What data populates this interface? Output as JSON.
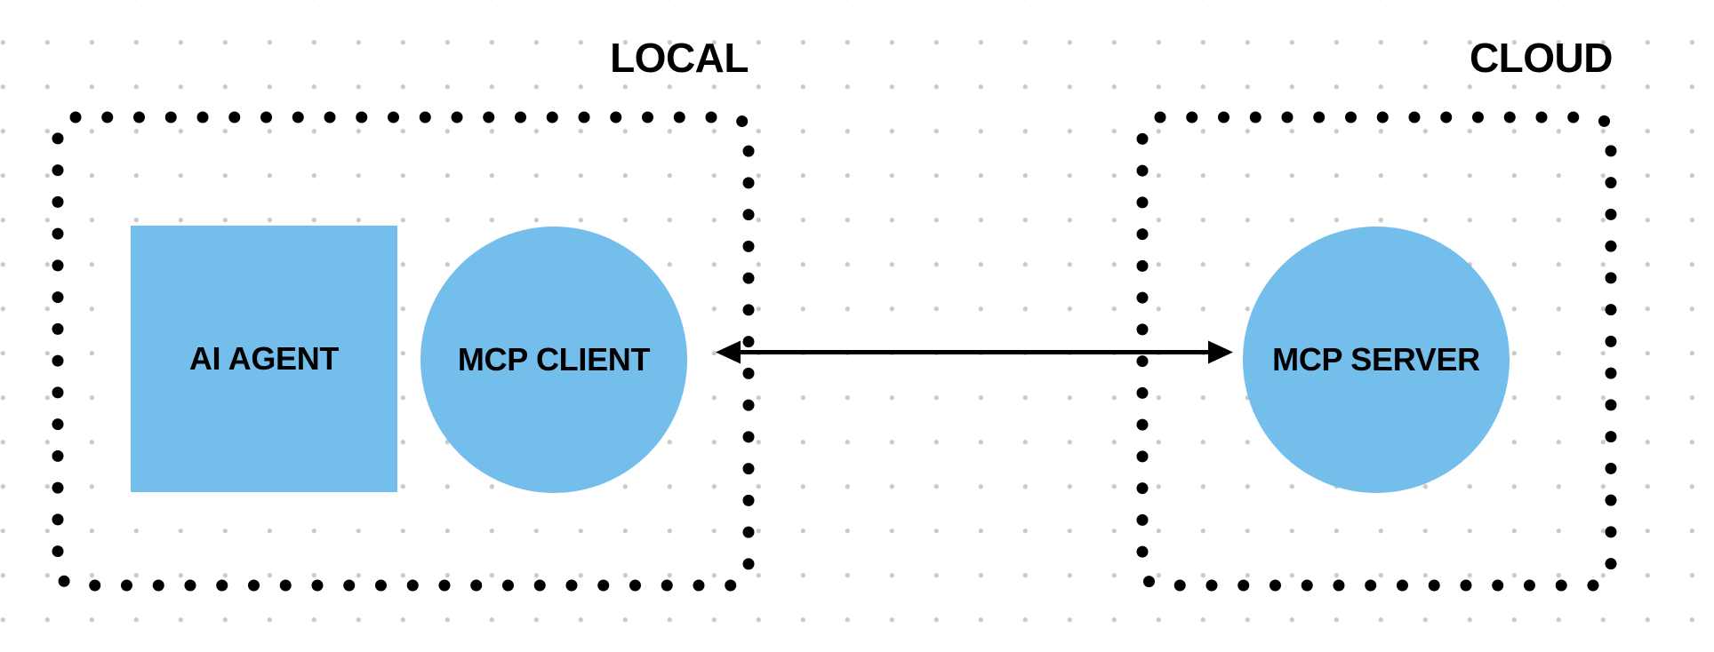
{
  "diagram": {
    "colors": {
      "node_fill": "#74BEEC",
      "line": "#000000",
      "grid_dot": "#C9C9C9",
      "background": "#FFFFFF"
    },
    "groups": [
      {
        "id": "local",
        "label": "LOCAL"
      },
      {
        "id": "cloud",
        "label": "CLOUD"
      }
    ],
    "nodes": [
      {
        "id": "ai-agent",
        "label": "AI AGENT",
        "shape": "square",
        "group": "local"
      },
      {
        "id": "mcp-client",
        "label": "MCP CLIENT",
        "shape": "circle",
        "group": "local"
      },
      {
        "id": "mcp-server",
        "label": "MCP SERVER",
        "shape": "circle",
        "group": "cloud"
      }
    ],
    "connections": [
      {
        "from": "mcp-client",
        "to": "mcp-server",
        "type": "bidirectional-arrow"
      }
    ]
  }
}
